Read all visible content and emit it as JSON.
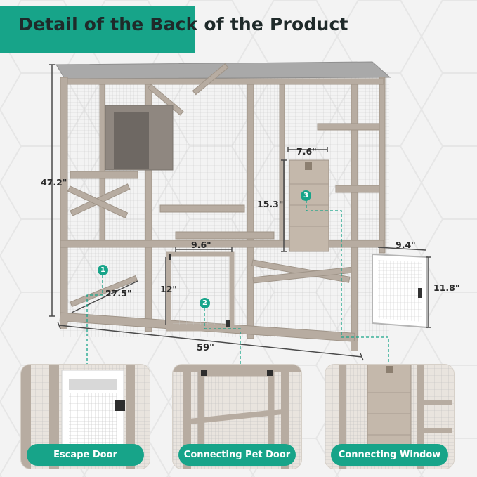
{
  "title": "Detail of the Back of the Product",
  "dimensions": {
    "height": "47.2\"",
    "width": "59\"",
    "depth": "27.5\"",
    "window_width": "7.6\"",
    "window_height": "15.3\"",
    "pet_door_width": "9.6\"",
    "pet_door_height": "12\"",
    "escape_door_width": "9.4\"",
    "escape_door_height": "11.8\""
  },
  "badges": [
    "1",
    "2",
    "3"
  ],
  "panels": [
    {
      "label": "Escape Door"
    },
    {
      "label": "Connecting Pet Door"
    },
    {
      "label": "Connecting Window"
    }
  ],
  "colors": {
    "accent": "#17a489",
    "wood": "#b7aca1",
    "roof": "#a9a9a9"
  }
}
